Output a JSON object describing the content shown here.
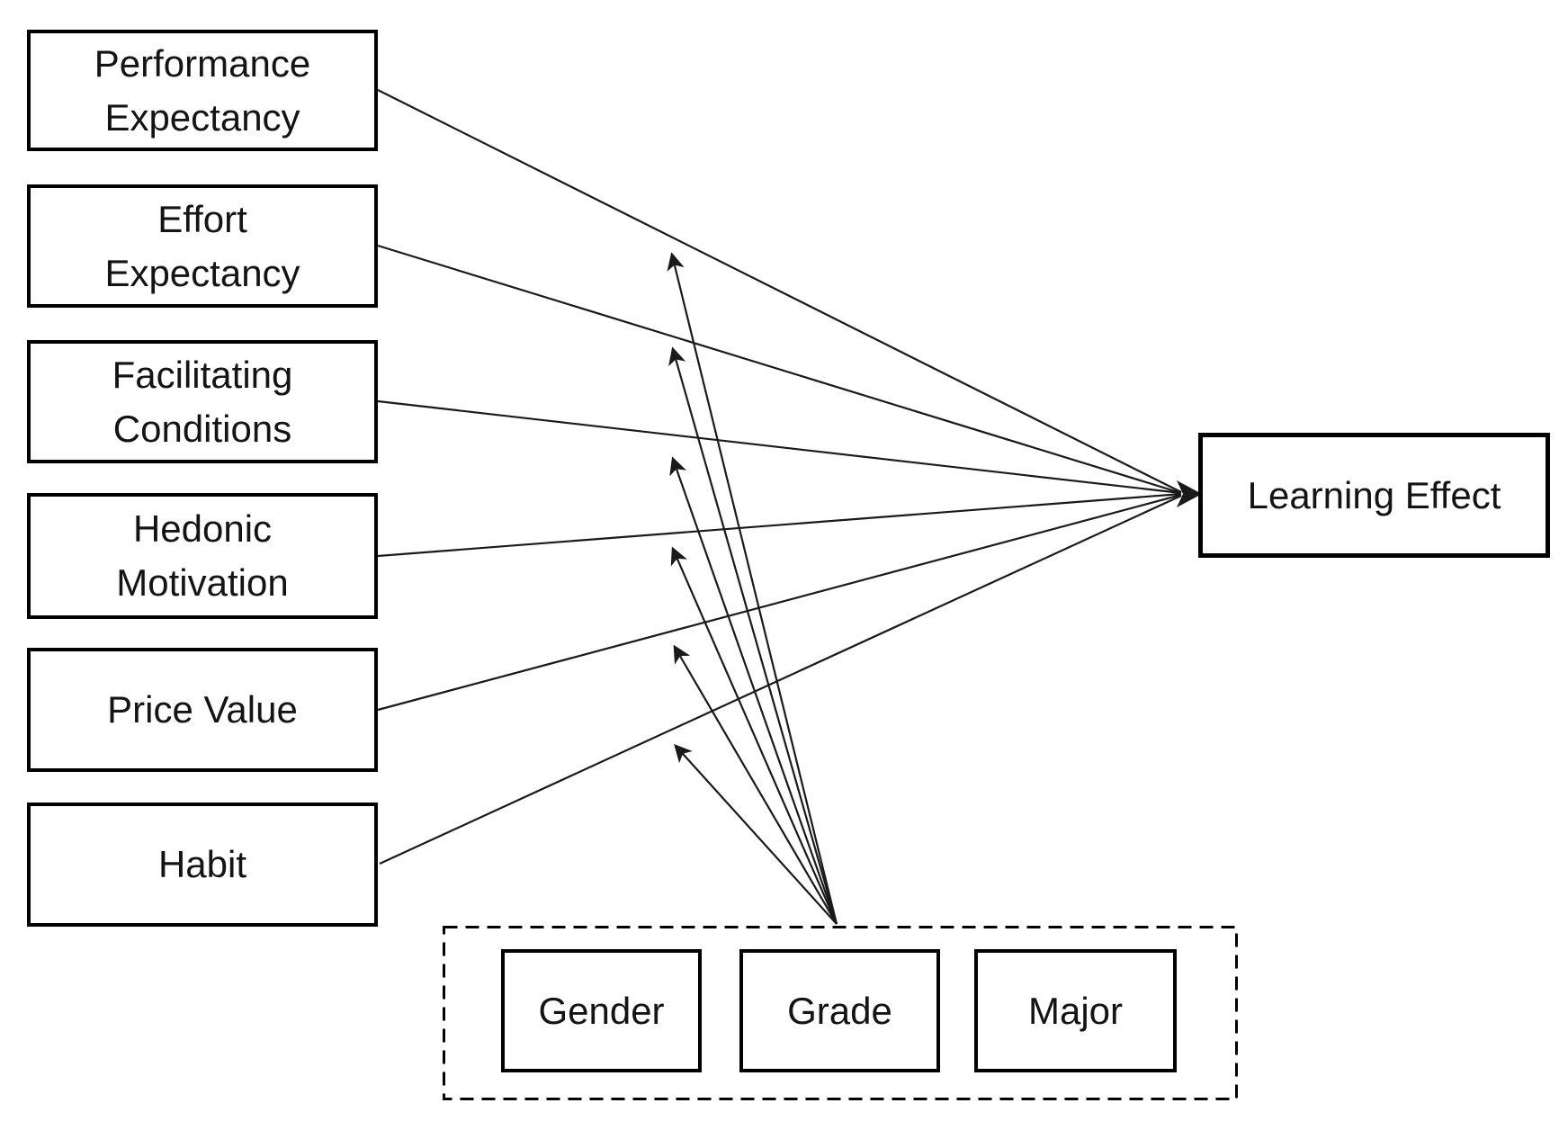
{
  "diagram": {
    "predictors": [
      {
        "label": "Performance Expectancy",
        "lines": [
          "Performance",
          "Expectancy"
        ]
      },
      {
        "label": "Effort Expectancy",
        "lines": [
          "Effort",
          "Expectancy"
        ]
      },
      {
        "label": "Facilitating Conditions",
        "lines": [
          "Facilitating",
          "Conditions"
        ]
      },
      {
        "label": "Hedonic Motivation",
        "lines": [
          "Hedonic",
          "Motivation"
        ]
      },
      {
        "label": "Price Value",
        "lines": [
          "Price Value"
        ]
      },
      {
        "label": "Habit",
        "lines": [
          "Habit"
        ]
      }
    ],
    "outcome": {
      "label": "Learning Effect"
    },
    "moderators": [
      {
        "label": "Gender"
      },
      {
        "label": "Grade"
      },
      {
        "label": "Major"
      }
    ],
    "edges": [
      {
        "from": "Performance Expectancy",
        "to": "Learning Effect"
      },
      {
        "from": "Effort Expectancy",
        "to": "Learning Effect"
      },
      {
        "from": "Facilitating Conditions",
        "to": "Learning Effect"
      },
      {
        "from": "Hedonic Motivation",
        "to": "Learning Effect"
      },
      {
        "from": "Price Value",
        "to": "Learning Effect"
      },
      {
        "from": "Habit",
        "to": "Learning Effect"
      }
    ],
    "moderated_by": [
      "Gender",
      "Grade",
      "Major"
    ],
    "colors": {
      "ink": "#1a1a1a",
      "background": "#ffffff"
    }
  }
}
